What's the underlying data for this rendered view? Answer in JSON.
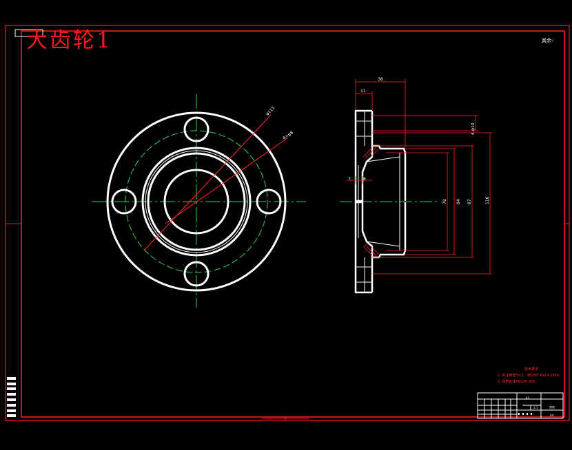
{
  "drawing": {
    "title": "大齿轮1",
    "roughness": "其余",
    "roughness_symbol": "√"
  },
  "dimensions": {
    "pcd": "φ115",
    "bolt_hole": "4×φ8",
    "flange_thickness": "11",
    "overall_length": "38",
    "hole_callout": "4-φ10",
    "step_left": "7",
    "step_right": "8",
    "bore": "78",
    "hub_outer": "84",
    "boss_dia": "87",
    "flange_dia": "116"
  },
  "technical_requirements": {
    "title": "技术要求",
    "items": [
      "1. 未注倒角为C1，按GB/T 6414-1999。",
      "2. 调质处理HB220-260。"
    ]
  },
  "title_block": {
    "material": "45",
    "part_name": "齿轮",
    "scale": "1:1",
    "sheet": "A4"
  },
  "colors": {
    "background": "#000000",
    "frame": "#ff1a1a",
    "outline": "#ffffff",
    "centerline": "#2fd05a",
    "dimension": "#ff2a2a"
  }
}
